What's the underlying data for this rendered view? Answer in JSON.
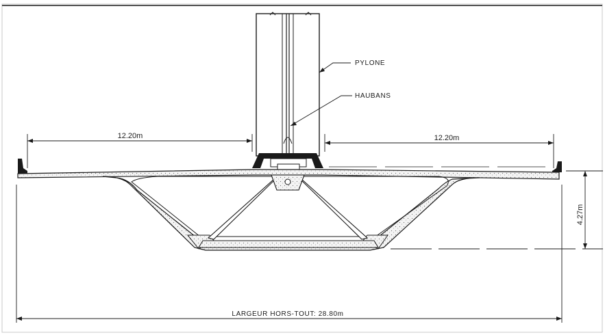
{
  "labels": {
    "pylon": "PYLONE",
    "stays": "HAUBANS",
    "left_span": "12.20m",
    "right_span": "12.20m",
    "depth": "4.27m",
    "overall_width": "LARGEUR HORS-TOUT: 28.80m"
  },
  "colors": {
    "ink": "#1a1a1a",
    "paper": "#ffffff",
    "concrete": "#e9e9e9",
    "frame": "#c8c8c8"
  }
}
